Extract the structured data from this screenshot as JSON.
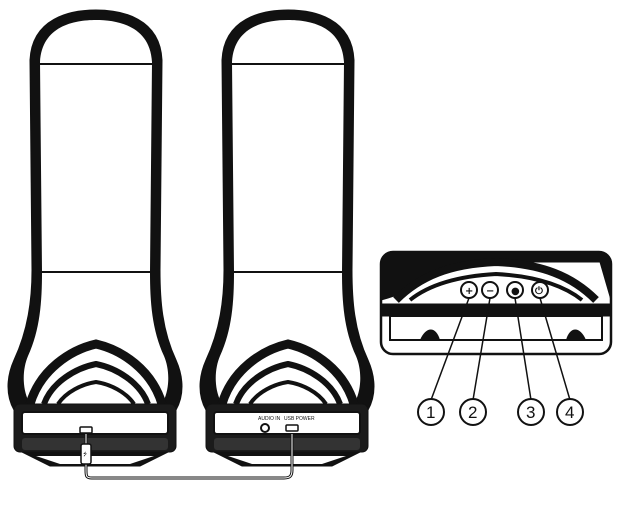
{
  "port_labels": {
    "audio_in": "AUDIO IN",
    "usb_power": "USB POWER",
    "usb_symbol": "⭍"
  },
  "controls": {
    "buttons": [
      {
        "glyph": "+",
        "icon": "plus-icon"
      },
      {
        "glyph": "−",
        "icon": "minus-icon"
      },
      {
        "glyph": "●",
        "icon": "droplet-icon"
      },
      {
        "glyph": "⏻",
        "icon": "power-icon"
      }
    ],
    "callouts": [
      "1",
      "2",
      "3",
      "4"
    ]
  }
}
